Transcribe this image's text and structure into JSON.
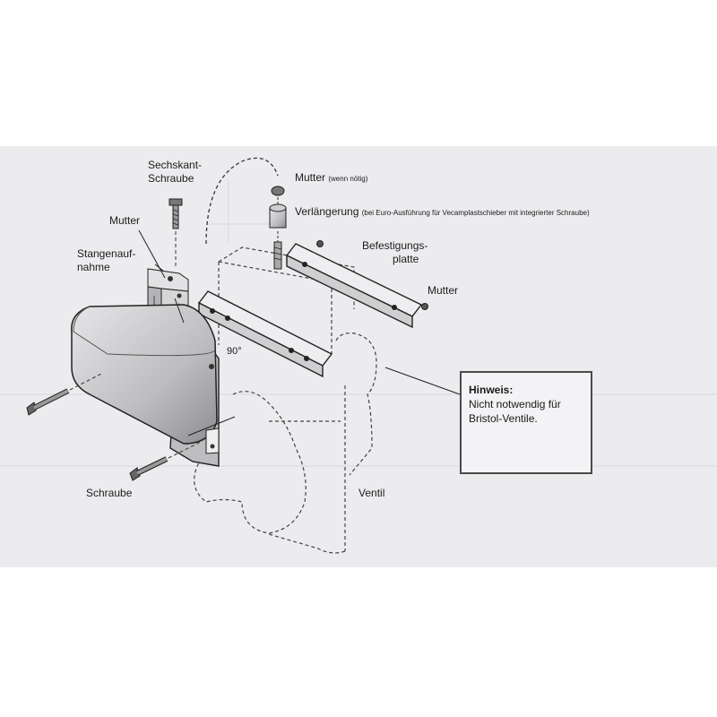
{
  "labels": {
    "hex_screw": "Sechskant-\nSchraube",
    "nut_top": "Mutter",
    "nut_top_hint": "(wenn nötig)",
    "extension": "Verlängerung",
    "extension_hint": "(bei Euro-Ausführung für Vecamplastschieber mit integrierter Schraube)",
    "nut_left": "Mutter",
    "rod_holder": "Stangenauf-\nnahme",
    "mounting_plate": "Befestigungs-\nplatte",
    "nut_right": "Mutter",
    "angle": "90°",
    "screw": "Schraube",
    "valve": "Ventil"
  },
  "note": {
    "title": "Hinweis:",
    "text_line1": "Nicht notwendig für",
    "text_line2": "Bristol-Ventile."
  },
  "colors": {
    "paper": "#ececef",
    "ink": "#1c1c1c"
  }
}
